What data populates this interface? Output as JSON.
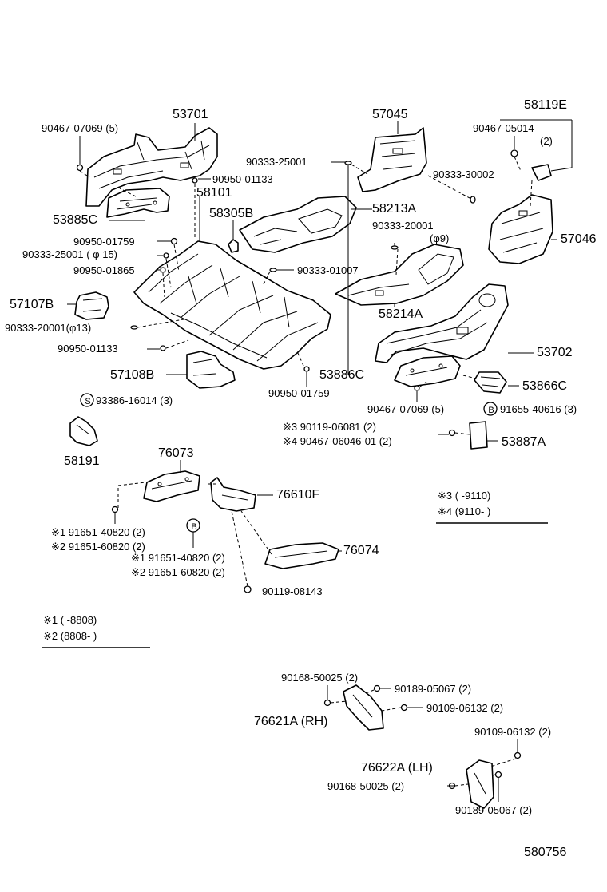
{
  "parts": {
    "p53701": "53701",
    "p90467_07069_5a": "90467-07069 (5)",
    "p90950_01133a": "90950-01133",
    "p58101": "58101",
    "p53885C": "53885C",
    "p58305B": "58305B",
    "p90950_01759a": "90950-01759",
    "p90333_25001_15": "90333-25001 ( φ 15)",
    "p90950_01865": "90950-01865",
    "p57107B": "57107B",
    "p90333_20001_13": "90333-20001(φ13)",
    "p90950_01133b": "90950-01133",
    "p57108B": "57108B",
    "p93386_16014": "93386-16014 (3)",
    "p58191": "58191",
    "p57045": "57045",
    "p90333_25001b": "90333-25001",
    "p90333_30002": "90333-30002",
    "p58213A": "58213A",
    "p90333_20001": "90333-20001",
    "p_phi9": "(φ9)",
    "p90333_01007": "90333-01007",
    "p58214A": "58214A",
    "p58119E": "58119E",
    "p90467_05014": "90467-05014",
    "p_qty2": "(2)",
    "p57046": "57046",
    "p53702": "53702",
    "p53886C": "53886C",
    "p90950_01759b": "90950-01759",
    "p90467_07069_5b": "90467-07069 (5)",
    "p53866C": "53866C",
    "p91655_40616": "91655-40616 (3)",
    "p3_90119_06081": "※3 90119-06081 (2)",
    "p4_90467_06046": "※4 90467-06046-01 (2)",
    "p53887A": "53887A",
    "p76073": "76073",
    "p76610F": "76610F",
    "p1_91651_40820a": "※1 91651-40820 (2)",
    "p2_91651_60820a": "※2 91651-60820 (2)",
    "p1_91651_40820b": "※1 91651-40820 (2)",
    "p2_91651_60820b": "※2 91651-60820 (2)",
    "p76074": "76074",
    "p90119_08143": "90119-08143",
    "p90168_50025a": "90168-50025 (2)",
    "p90189_05067a": "90189-05067 (2)",
    "p76621A": "76621A (RH)",
    "p90109_06132a": "90109-06132 (2)",
    "p90109_06132b": "90109-06132 (2)",
    "p76622A": "76622A (LH)",
    "p90168_50025b": "90168-50025 (2)",
    "p90189_05067b": "90189-05067 (2)"
  },
  "circled": {
    "s": "S",
    "b": "B"
  },
  "notes": {
    "n3": "※3 (      -9110)",
    "n4": "※4 (9110-       )",
    "n1": "※1 (      -8808)",
    "n2": "※2 (8808-       )"
  },
  "diagram_id": "580756"
}
